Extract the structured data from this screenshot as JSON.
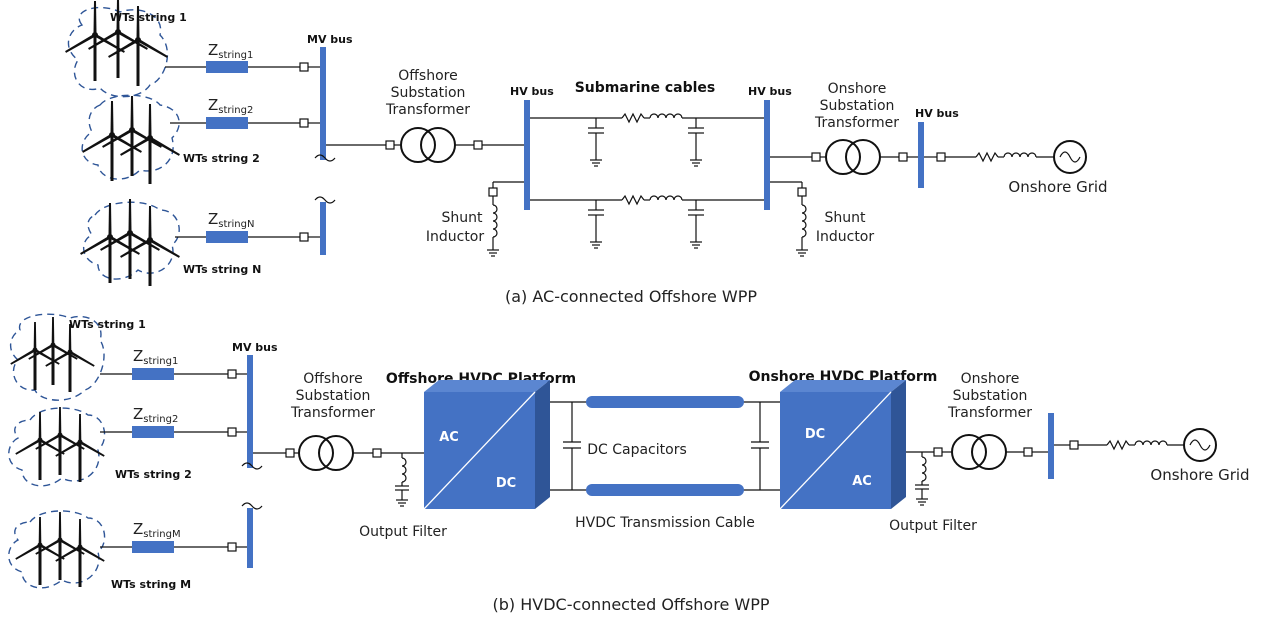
{
  "partA": {
    "strings": [
      {
        "name": "WTs string 1",
        "z_main": "Z",
        "z_sub": "string1"
      },
      {
        "name": "WTs string 2",
        "z_main": "Z",
        "z_sub": "string2"
      },
      {
        "name": "WTs string N",
        "z_main": "Z",
        "z_sub": "stringN"
      }
    ],
    "mv_bus": "MV bus",
    "offshore_tx": [
      "Offshore",
      "Substation",
      "Transformer"
    ],
    "hv_bus_1": "HV bus",
    "submarine": "Submarine cables",
    "hv_bus_2": "HV bus",
    "onshore_tx": [
      "Onshore",
      "Substation",
      "Transformer"
    ],
    "hv_bus_3": "HV bus",
    "grid": "Onshore Grid",
    "shunt_left": [
      "Shunt",
      "Inductor"
    ],
    "shunt_right": [
      "Shunt",
      "Inductor"
    ],
    "caption": "(a)  AC-connected Offshore WPP"
  },
  "partB": {
    "strings": [
      {
        "name": "WTs string 1",
        "z_main": "Z",
        "z_sub": "string1"
      },
      {
        "name": "WTs string 2",
        "z_main": "Z",
        "z_sub": "string2"
      },
      {
        "name": "WTs string M",
        "z_main": "Z",
        "z_sub": "stringM"
      }
    ],
    "mv_bus": "MV bus",
    "offshore_tx": [
      "Offshore",
      "Substation",
      "Transformer"
    ],
    "offshore_platform": "Offshore HVDC Platform",
    "onshore_platform": "Onshore HVDC Platform",
    "conv_left": {
      "top": "AC",
      "bottom": "DC"
    },
    "conv_right": {
      "top": "DC",
      "bottom": "AC"
    },
    "dc_caps": "DC Capacitors",
    "cable": "HVDC Transmission Cable",
    "output_filter_left": "Output Filter",
    "output_filter_right": "Output Filter",
    "onshore_tx": [
      "Onshore",
      "Substation",
      "Transformer"
    ],
    "grid": "Onshore Grid",
    "caption": "(b)  HVDC-connected Offshore WPP"
  },
  "colors": {
    "accent": "#4472C4",
    "cloud": "#2E5597",
    "line": "#111111"
  }
}
